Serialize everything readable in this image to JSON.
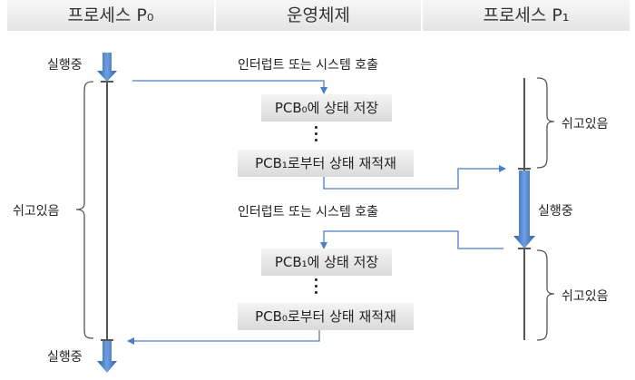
{
  "header": {
    "col1": "프로세스 P₀",
    "col2": "운영체제",
    "col3": "프로세스 P₁"
  },
  "labels": {
    "running_top": "실행중",
    "running_bottom": "실행중",
    "running_p1": "실행중",
    "idle_p0": "쉬고있음",
    "idle_p1_top": "쉬고있음",
    "idle_p1_bottom": "쉬고있음",
    "interrupt_1": "인터럽트 또는 시스템 호출",
    "interrupt_2": "인터럽트 또는 시스템 호출"
  },
  "boxes": {
    "save_pcb0": "PCB₀에 상태 저장",
    "reload_pcb1": "PCB₁로부터 상태 재적재",
    "save_pcb1": "PCB₁에 상태 저장",
    "reload_pcb0": "PCB₀로부터 상태 재적재"
  },
  "colors": {
    "arrow": "#4a7fc8",
    "thick_arrow": "#4472c4",
    "timeline": "#555555"
  }
}
